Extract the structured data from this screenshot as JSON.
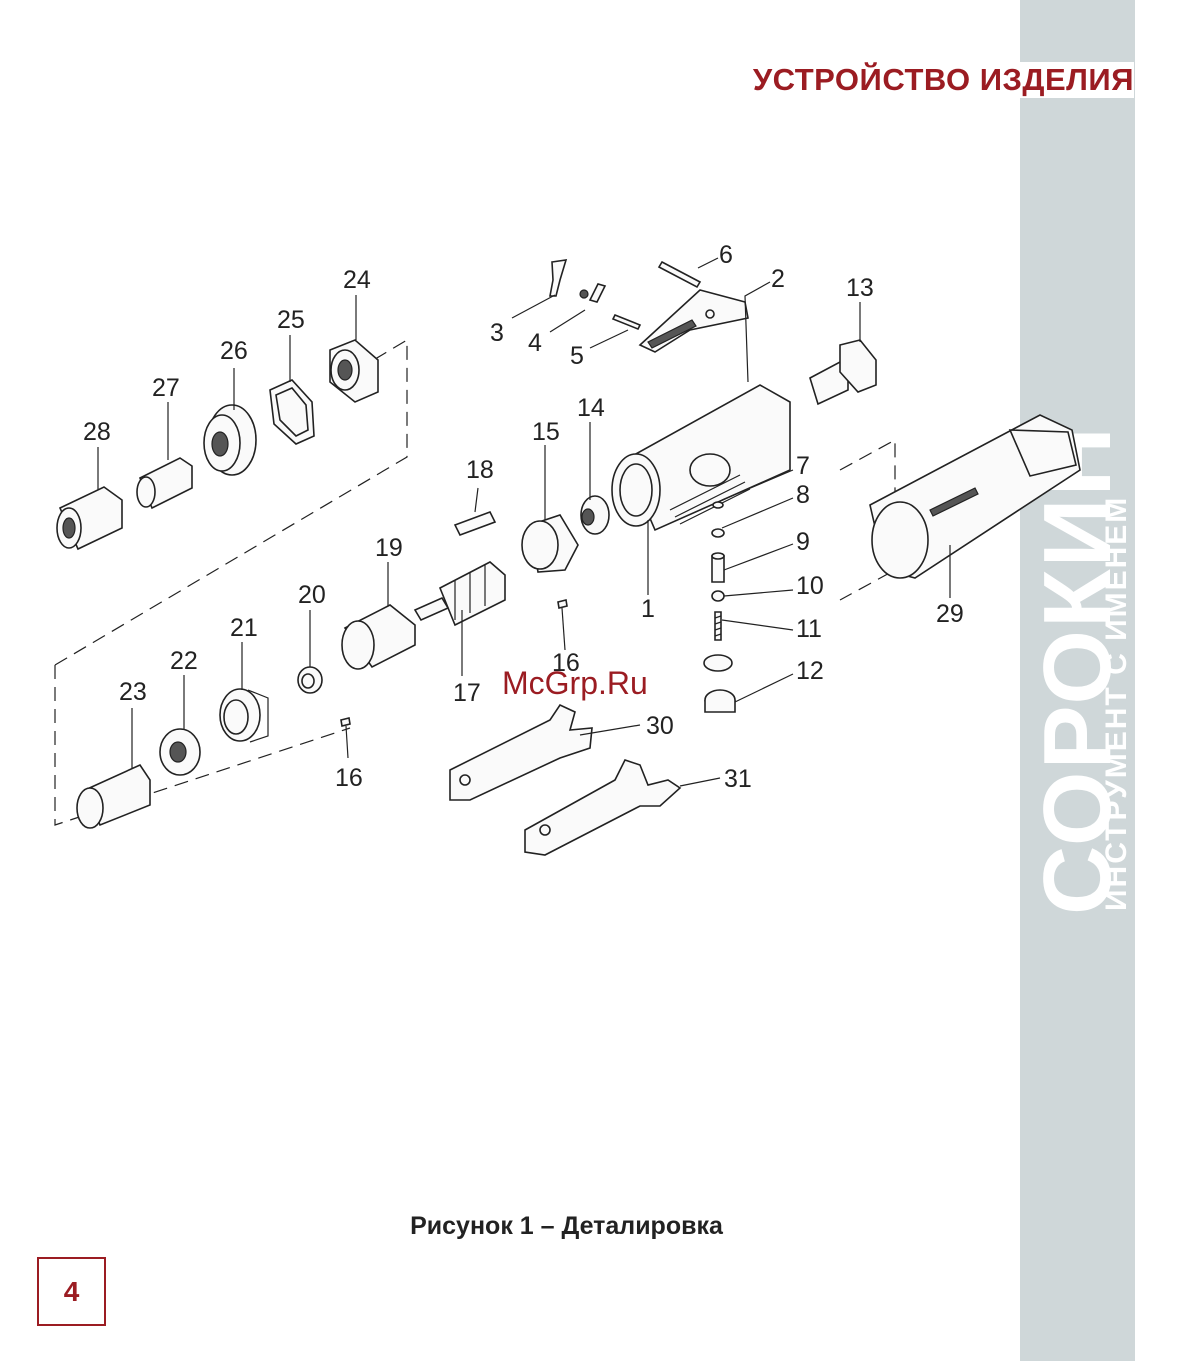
{
  "header": {
    "section_title": "УСТРОЙСТВО ИЗДЕЛИЯ"
  },
  "sidebar": {
    "brand_name": "СОРОКИН",
    "brand_tagline": "ИНСТРУМЕНТ С ИМЕНЕМ"
  },
  "watermark": "McGrp.Ru",
  "figure": {
    "caption": "Рисунок 1 – Деталировка",
    "part_labels": {
      "p1": "1",
      "p2": "2",
      "p3": "3",
      "p4": "4",
      "p5": "5",
      "p6": "6",
      "p7": "7",
      "p8": "8",
      "p9": "9",
      "p10": "10",
      "p11": "11",
      "p12": "12",
      "p13": "13",
      "p14": "14",
      "p15": "15",
      "p16a": "16",
      "p16b": "16",
      "p17": "17",
      "p18": "18",
      "p19": "19",
      "p20": "20",
      "p21": "21",
      "p22": "22",
      "p23": "23",
      "p24": "24",
      "p25": "25",
      "p26": "26",
      "p27": "27",
      "p28": "28",
      "p29": "29",
      "p30": "30",
      "p31": "31"
    }
  },
  "footer": {
    "page_number": "4"
  },
  "colors": {
    "accent": "#9b1c22",
    "sidebar": "#cfd7d9"
  }
}
